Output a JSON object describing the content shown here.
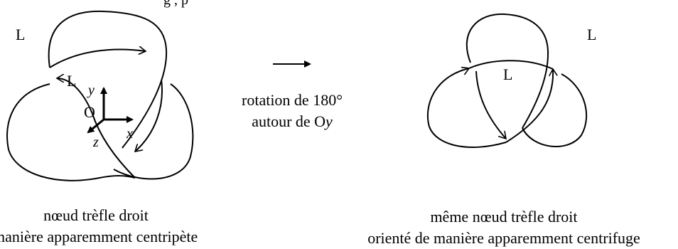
{
  "top_text": "g          ,                          p",
  "left_knot": {
    "label_outer": "L",
    "label_inner": "L",
    "axis_y": "y",
    "axis_x": "x",
    "axis_z": "z",
    "origin": "O",
    "caption_line1": "nœud trèfle droit",
    "caption_line2": "manière apparemment centripète"
  },
  "middle": {
    "line1": "rotation de 180°",
    "line2_prefix": "autour de O",
    "line2_var": "y"
  },
  "right_knot": {
    "label_outer": "L",
    "label_inner": "L",
    "caption_line1": "même nœud trèfle droit",
    "caption_line2": "orienté de manière apparemment centrifuge"
  }
}
